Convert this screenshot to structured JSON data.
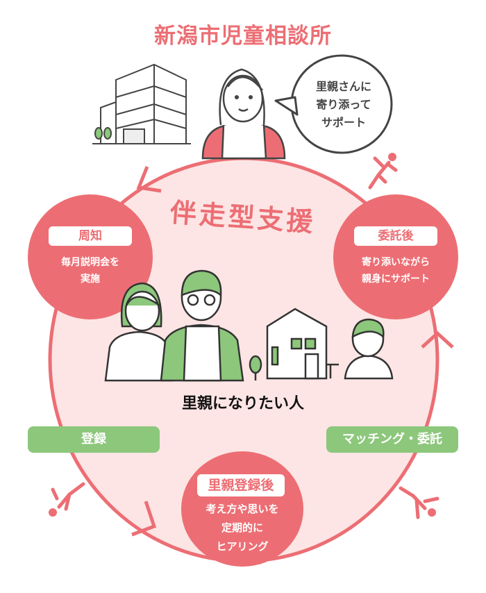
{
  "title": "新潟市児童相談所",
  "speech_bubble": [
    "里親さんに",
    "寄り添って",
    "サポート"
  ],
  "center_heading": "伴走型支援",
  "main_label": "里親になりたい人",
  "steps": [
    {
      "label": "周知",
      "desc": [
        "毎月説明会を",
        "実施"
      ]
    },
    {
      "label": "委託後",
      "desc": [
        "寄り添いながら",
        "親身にサポート"
      ]
    },
    {
      "label": "里親登録後",
      "desc": [
        "考え方や思いを",
        "定期的に",
        "ヒアリング"
      ]
    }
  ],
  "stages": {
    "register": "登録",
    "matching": "マッチング・委託"
  },
  "colors": {
    "pink": "#ec6e74",
    "light_pink": "#fce5e4",
    "green": "#8cc77b"
  }
}
